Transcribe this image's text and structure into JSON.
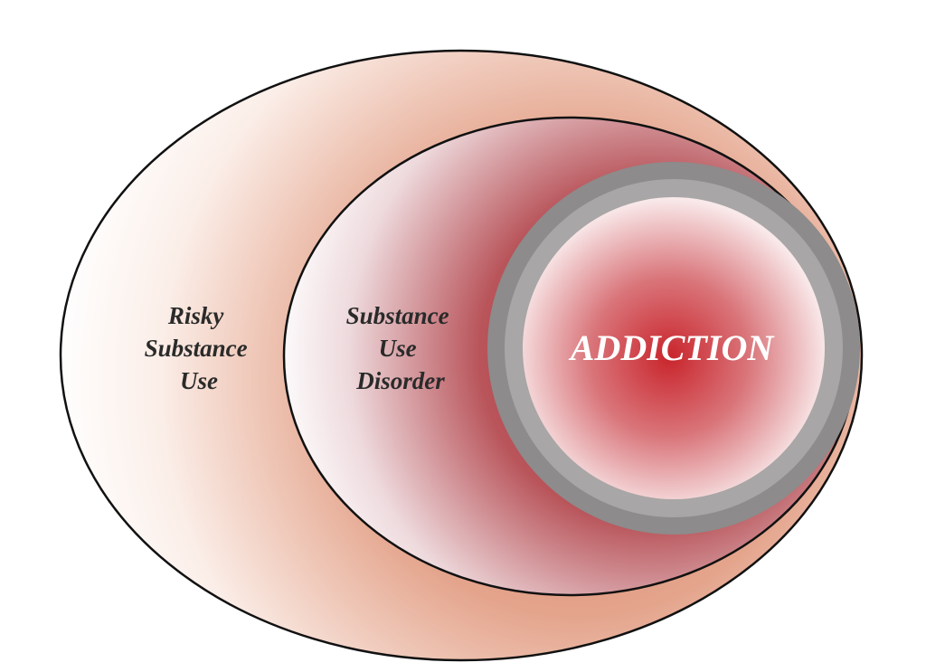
{
  "diagram": {
    "outer": {
      "label_lines": [
        "Risky",
        "Substance",
        "Use"
      ]
    },
    "middle": {
      "label_lines": [
        "Substance",
        "Use",
        "Disorder"
      ]
    },
    "inner": {
      "label": "ADDICTION"
    }
  },
  "colors": {
    "outline": "#111111",
    "outer_fill": "#e4a48c",
    "middle_fill": "#b8545a",
    "core_fill": "#c9252c",
    "ring_dark": "#8d8b8b",
    "ring_light": "#a8a6a6"
  }
}
